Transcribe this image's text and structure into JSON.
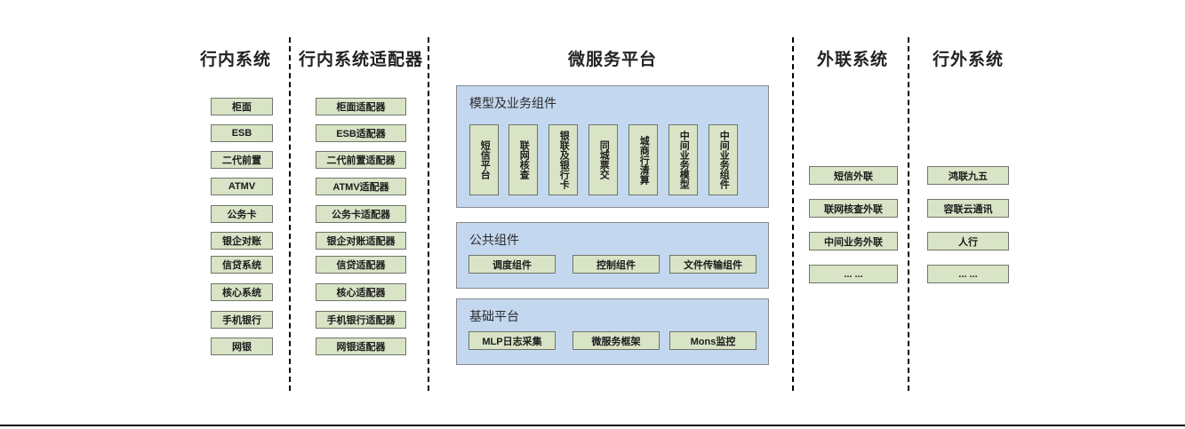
{
  "diagram": {
    "title_color": "#222222",
    "node_fill": "#d9e3c6",
    "node_stroke": "#6f7668",
    "panel_fill": "#c3d7ef",
    "panel_stroke": "#8a8a8a",
    "separator_color": "#000000"
  },
  "columns": {
    "internal_systems": {
      "title": "行内系统",
      "items": [
        {
          "label": "柜面"
        },
        {
          "label": "ESB"
        },
        {
          "label": "二代前置"
        },
        {
          "label": "ATMV"
        },
        {
          "label": "公务卡"
        },
        {
          "label": "银企对账"
        },
        {
          "label": "信贷系统"
        },
        {
          "label": "核心系统"
        },
        {
          "label": "手机银行"
        },
        {
          "label": "网银"
        }
      ]
    },
    "internal_adapters": {
      "title": "行内系统适配器",
      "items": [
        {
          "label": "柜面适配器"
        },
        {
          "label": "ESB适配器"
        },
        {
          "label": "二代前置适配器"
        },
        {
          "label": "ATMV适配器"
        },
        {
          "label": "公务卡适配器"
        },
        {
          "label": "银企对账适配器"
        },
        {
          "label": "信贷适配器"
        },
        {
          "label": "核心适配器"
        },
        {
          "label": "手机银行适配器"
        },
        {
          "label": "网银适配器"
        }
      ]
    },
    "microservice_platform": {
      "title": "微服务平台",
      "panels": [
        {
          "title": "模型及业务组件",
          "orientation": "vertical",
          "items": [
            {
              "label": "短信平台"
            },
            {
              "label": "联网核查"
            },
            {
              "label": "银联及银行卡"
            },
            {
              "label": "同城票交"
            },
            {
              "label": "城商行清算"
            },
            {
              "label": "中间业务模型"
            },
            {
              "label": "中间业务组件"
            }
          ]
        },
        {
          "title": "公共组件",
          "orientation": "horizontal",
          "items": [
            {
              "label": "调度组件"
            },
            {
              "label": "控制组件"
            },
            {
              "label": "文件传输组件"
            }
          ]
        },
        {
          "title": "基础平台",
          "orientation": "horizontal",
          "items": [
            {
              "label": "MLP日志采集"
            },
            {
              "label": "微服务框架"
            },
            {
              "label": "Mons监控"
            }
          ]
        }
      ]
    },
    "external_link_systems": {
      "title": "外联系统",
      "items": [
        {
          "label": "短信外联"
        },
        {
          "label": "联网核查外联"
        },
        {
          "label": "中间业务外联"
        },
        {
          "label": "... ..."
        }
      ]
    },
    "outside_bank_systems": {
      "title": "行外系统",
      "items": [
        {
          "label": "鸿联九五"
        },
        {
          "label": "容联云通讯"
        },
        {
          "label": "人行"
        },
        {
          "label": "... ..."
        }
      ]
    }
  }
}
